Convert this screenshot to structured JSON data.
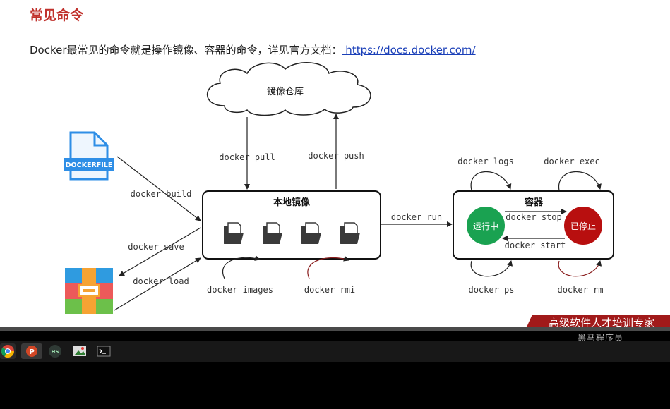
{
  "slide": {
    "title": "常见命令",
    "intro_text": "Docker最常见的命令就是操作镜像、容器的命令，详见官方文档：",
    "intro_link": " https://docs.docker.com/"
  },
  "diagram": {
    "registry_label": "镜像仓库",
    "dockerfile_label": "DOCKERFILE",
    "local_images_label": "本地镜像",
    "container_label": "容器",
    "running_label": "运行中",
    "stopped_label": "已停止",
    "commands": {
      "pull": "docker pull",
      "push": "docker push",
      "build": "docker build",
      "save": "docker save",
      "load": "docker load",
      "images": "docker images",
      "rmi": "docker rmi",
      "run": "docker run",
      "logs": "docker logs",
      "exec": "docker exec",
      "stop": "docker stop",
      "start": "docker start",
      "ps": "docker ps",
      "rm": "docker rm"
    }
  },
  "branding": {
    "banner_text": "高级软件人才培训专家",
    "watermark": "黑马程序员"
  },
  "colors": {
    "title": "#c0312c",
    "link": "#1a3fb8",
    "running": "#1aa251",
    "stopped": "#b80f0f",
    "banner": "#a11a1a"
  },
  "taskbar": {
    "icons": [
      "chrome-icon",
      "powerpoint-icon",
      "hs-app-icon",
      "image-viewer-icon",
      "terminal-icon"
    ]
  }
}
